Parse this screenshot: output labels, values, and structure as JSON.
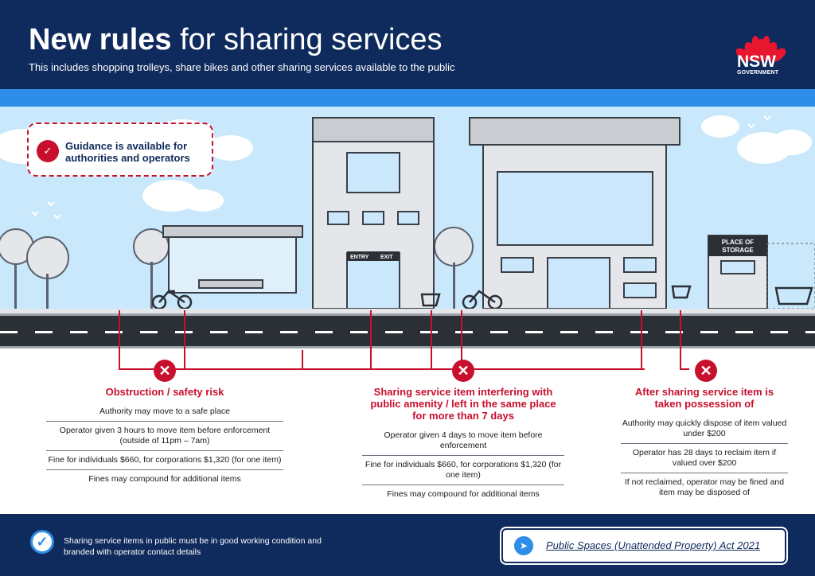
{
  "header": {
    "title_bold": "New rules",
    "title_rest": " for sharing services",
    "subtitle": "This includes shopping trolleys, share bikes and other sharing services available to the public",
    "logo_text": "NSW",
    "logo_subtext": "GOVERNMENT"
  },
  "callout": {
    "icon": "document-check-icon",
    "text": "Guidance is available for authorities and operators"
  },
  "scene": {
    "entry_sign": "ENTRY",
    "exit_sign": "EXIT",
    "storage_sign": "PLACE OF STORAGE"
  },
  "columns": [
    {
      "heading": "Obstruction / safety risk",
      "items": [
        "Authority may move to a safe place",
        "Operator given 3 hours to move item before enforcement (outside of 11pm – 7am)",
        "Fine for individuals $660, for corporations $1,320 (for one item)",
        "Fines may compound for additional items"
      ]
    },
    {
      "heading": "Sharing service item interfering with public amenity / left in the same place for more than 7 days",
      "items": [
        "Operator given 4 days to move item before enforcement",
        "Fine for individuals $660, for corporations $1,320 (for one item)",
        "Fines may compound for additional items"
      ]
    },
    {
      "heading": "After sharing service item is taken possession of",
      "items": [
        "Authority may quickly dispose of item valued under $200",
        "Operator has 28 days to reclaim item if valued over $200",
        "If not reclaimed, operator may be fined and item may be disposed of"
      ]
    }
  ],
  "footer": {
    "check_icon": "checkmark-icon",
    "text": "Sharing service items in public must be in good working condition and branded with operator contact details",
    "act_icon": "cursor-click-icon",
    "act_link": "Public Spaces (Unattended Property) Act 2021"
  },
  "colors": {
    "navy": "#0f2a5c",
    "red": "#c8102e",
    "blue": "#2e8de8",
    "sky": "#c9e8fb"
  }
}
